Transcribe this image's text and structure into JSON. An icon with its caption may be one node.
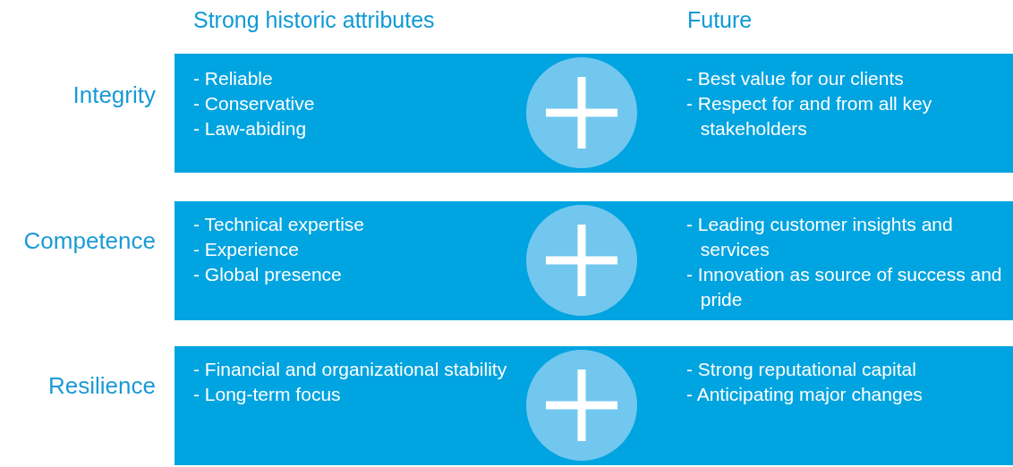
{
  "diagram": {
    "nodes": [
      {
        "text": [
          "- Reliable",
          "- Conservative",
          "- Law-abiding"
        ],
        "beside": [
          "Integrity"
        ]
      },
      {
        "text": [
          "- Best value for our clients",
          "- Respect for and from all key stakeholders"
        ]
      },
      {
        "text": [
          "- Technical expertise",
          "- Experience",
          "- Global presence"
        ],
        "beside": [
          "Competence"
        ]
      },
      {
        "text": [
          "- Leading customer insights and services",
          "- Innovation as source of success and pride"
        ]
      },
      {
        "text": [
          "- Financial and organizational stability",
          "- Long-term focus"
        ],
        "beside": [
          "Resilience"
        ]
      },
      {
        "text": [
          "- Strong reputational capital",
          "- Anticipating major changes"
        ]
      }
    ],
    "edges": [],
    "labels": [
      "Strong historic attributes",
      "Future"
    ]
  }
}
